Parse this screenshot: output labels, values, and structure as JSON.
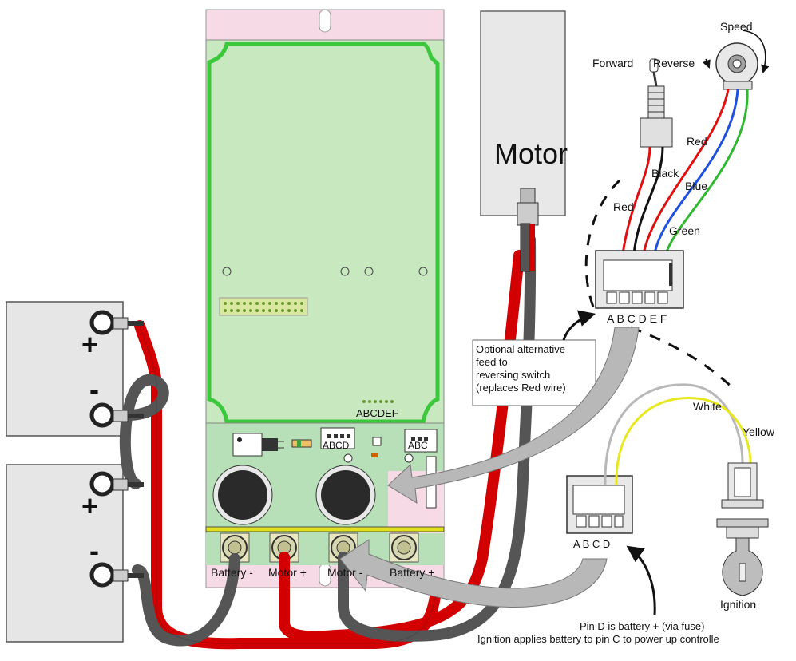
{
  "motor": {
    "title": "Motor"
  },
  "switch": {
    "forward": "Forward",
    "reverse": "Reverse"
  },
  "pot": {
    "label": "Speed"
  },
  "wires": {
    "red_switch": "Red",
    "black": "Black",
    "red_pot": "Red",
    "blue": "Blue",
    "green": "Green",
    "white": "White",
    "yellow": "Yellow"
  },
  "big_connector": {
    "pins": "A B C D E F"
  },
  "board": {
    "header_pins": "ABCDEF",
    "conn_abcd": "ABCD",
    "conn_abc": "ABC"
  },
  "small_connector": {
    "pins": "A B C D"
  },
  "terminals": {
    "battery_minus": "Battery -",
    "motor_plus": "Motor +",
    "motor_minus": "Motor -",
    "battery_plus": "Battery +"
  },
  "ignition": {
    "label": "Ignition"
  },
  "notes": {
    "reverse_line1": "Optional alternative",
    "reverse_line2": "feed to",
    "reverse_line3": "reversing switch",
    "reverse_line4": "(replaces Red wire)",
    "pin_d": "Pin D is battery + (via fuse)",
    "ignition_note": "Ignition applies battery to pin C to power up controlle"
  },
  "batteries": {
    "plus": "+",
    "minus": "-"
  },
  "colors": {
    "red_cable": "#d20000",
    "grey_cable": "#555555",
    "board_green": "#c8e8c0",
    "board_border": "#3cc83c",
    "case_pink": "#f6dbe6",
    "wire_red": "#e01010",
    "wire_blue": "#2050e0",
    "wire_green": "#30b830",
    "wire_yellow": "#e8e820",
    "wire_white": "#b8b8b8"
  }
}
